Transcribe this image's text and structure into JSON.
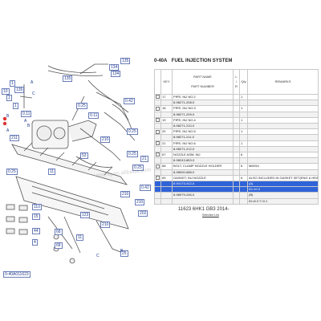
{
  "catalog": {
    "section_code": "0-40A",
    "section_title": "FUEL INJECTION SYSTEM",
    "model_line": "11623 6HK1 GB3 2014-",
    "footer_link": "Selection List",
    "headers": {
      "key": "KEY",
      "part": "PART NAME\n\nPART NUMBER",
      "l": "L\n/\nR",
      "qty": "Qty",
      "remarks": "REMARKS"
    },
    "rows": [
      {
        "key": "17",
        "name": "PIPE; INJ NO.2",
        "remarks": "",
        "qty": "1",
        "style": "name"
      },
      {
        "key": "",
        "name": "8-98271-208-0",
        "remarks": "",
        "qty": "",
        "style": "num"
      },
      {
        "key": "18",
        "name": "PIPE; INJ NO.3",
        "remarks": "",
        "qty": "1",
        "style": "name"
      },
      {
        "key": "",
        "name": "8-98271-209-0",
        "remarks": "",
        "qty": "",
        "style": "num"
      },
      {
        "key": "19",
        "name": "PIPE; INJ NO.4",
        "remarks": "",
        "qty": "1",
        "style": "name"
      },
      {
        "key": "",
        "name": "8-98271-210-0",
        "remarks": "",
        "qty": "",
        "style": "num"
      },
      {
        "key": "20",
        "name": "PIPE; INJ NO.5",
        "remarks": "",
        "qty": "1",
        "style": "name"
      },
      {
        "key": "",
        "name": "8-98271-211-0",
        "remarks": "",
        "qty": "",
        "style": "num"
      },
      {
        "key": "21",
        "name": "PIPE; INJ NO.6",
        "remarks": "",
        "qty": "1",
        "style": "name"
      },
      {
        "key": "",
        "name": "8-98271-212-0",
        "remarks": "",
        "qty": "",
        "style": "num"
      },
      {
        "key": "67",
        "name": "NOZZLE ASM; INJ",
        "remarks": "",
        "qty": "6",
        "style": "name"
      },
      {
        "key": "",
        "name": "8-98243-863-0",
        "remarks": "",
        "qty": "",
        "style": "num"
      },
      {
        "key": "68",
        "name": "BOLT; CLAMP NOZZLE HOLDER",
        "remarks": "M8X54",
        "qty": "6",
        "style": "name"
      },
      {
        "key": "",
        "name": "8-98000-688-0",
        "remarks": "",
        "qty": "",
        "style": "num"
      },
      {
        "key": "69",
        "name": "GASKET; INJ NOZZLE",
        "remarks": "ALSO INCLUDED IN GASKET SET(ENG & HEAD)",
        "qty": "6",
        "style": "name"
      },
      {
        "key": "",
        "name": "8-94173-412-0",
        "remarks": "(A)",
        "qty": "",
        "style": "sel"
      },
      {
        "key": "",
        "name": "",
        "remarks": "ID=10.0",
        "qty": "",
        "style": "sel"
      },
      {
        "key": "",
        "name": "8-98079-246-0",
        "remarks": "(B)",
        "qty": "",
        "style": "num"
      },
      {
        "key": "",
        "name": "",
        "remarks": "ID=8.3 T=0.1",
        "qty": "",
        "style": "num"
      }
    ]
  },
  "diagram": {
    "figure_id": "0-40A011623",
    "watermark": "ppu-zj.en.alibaba.com",
    "callouts": [
      "134",
      "134",
      "135",
      "135",
      "135",
      "1",
      "1",
      "10",
      "1",
      "0.11",
      "211",
      "0.25",
      "0.42",
      "0.11",
      "210",
      "0.25",
      "0.25",
      "0.25",
      "0.25",
      "0.42",
      "53",
      "11",
      "21",
      "210",
      "210",
      "202",
      "210",
      "123",
      "11",
      "110",
      "15",
      "68",
      "68",
      "44",
      "4",
      "25"
    ],
    "refs": [
      "A",
      "C",
      "A",
      "B",
      "B",
      "A",
      "B",
      "C"
    ]
  }
}
